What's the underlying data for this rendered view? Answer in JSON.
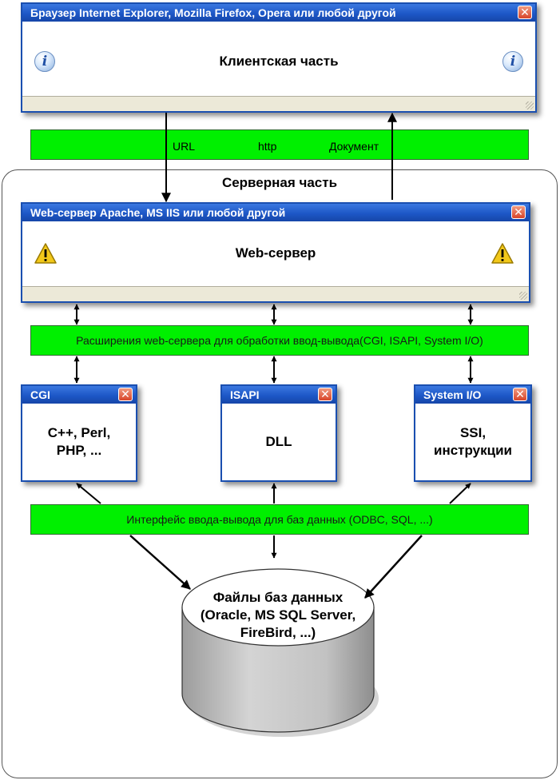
{
  "client_window": {
    "title": "Браузер Internet Explorer, Mozilla Firefox, Opera или любой другой",
    "body": "Клиентская часть",
    "left_icon": "info-icon",
    "right_icon": "info-icon"
  },
  "protocol_bar": {
    "url": "URL",
    "http": "http",
    "document": "Документ"
  },
  "server_panel": {
    "title": "Серверная часть"
  },
  "webserver_window": {
    "title": "Web-сервер Apache, MS IIS или любой другой",
    "body": "Web-сервер",
    "left_icon": "warning-icon",
    "right_icon": "warning-icon"
  },
  "extensions_bar": {
    "label": "Расширения web-сервера для обработки ввод-вывода(CGI, ISAPI, System I/O)"
  },
  "cgi_window": {
    "title": "CGI",
    "line1": "С++, Perl,",
    "line2": "PHP, ..."
  },
  "isapi_window": {
    "title": "ISAPI",
    "body": "DLL"
  },
  "sysio_window": {
    "title": "System I/O",
    "line1": "SSI,",
    "line2": "инструкции"
  },
  "db_interface_bar": {
    "label": "Интерфейс ввода-вывода для баз данных (ODBC, SQL, ...)"
  },
  "database": {
    "line1": "Файлы баз данных",
    "line2": "(Oracle, MS SQL Server,",
    "line3": "FireBird, ...)"
  },
  "close_glyph": "✕",
  "colors": {
    "title_bar": "#1d57c7",
    "green_bar": "#00f000",
    "close_button": "#d8452a",
    "cylinder_body": "#c8c8c8"
  }
}
